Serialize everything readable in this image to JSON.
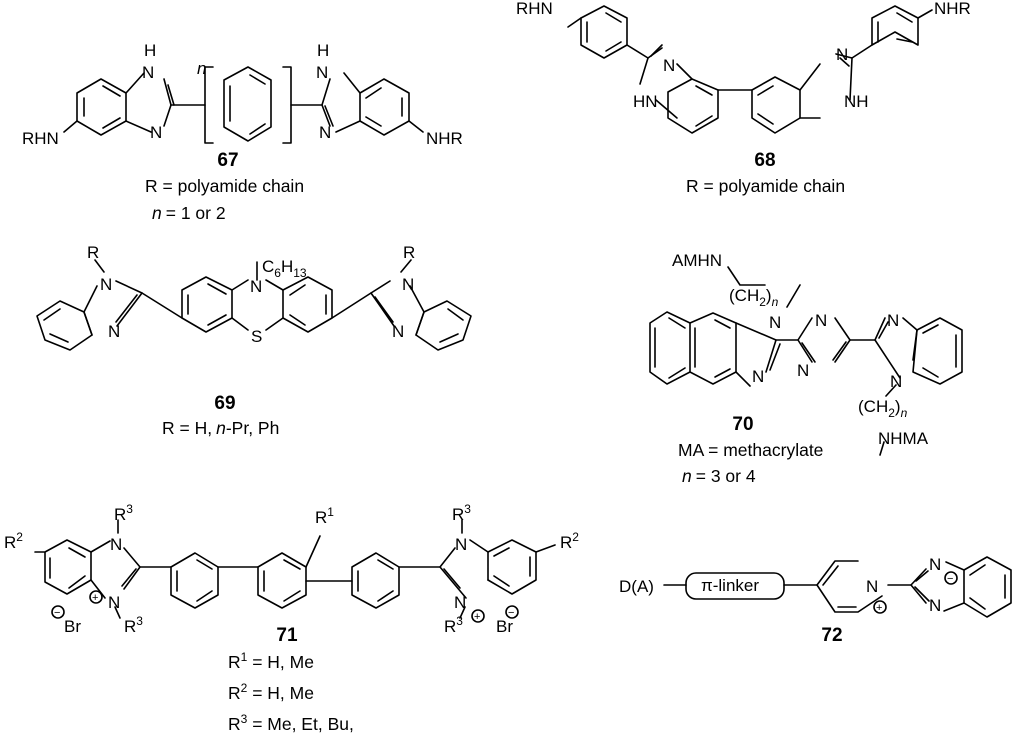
{
  "compounds": [
    {
      "id": "67",
      "captions": [
        "R = polyamide chain",
        "= 1 or 2"
      ],
      "caption_italic_prefix": [
        "",
        "n"
      ],
      "atoms": {
        "nh_top": "NH",
        "n_italic": "n",
        "rhn": "RHN",
        "nhr": "NHR",
        "n": "N",
        "h": "H"
      }
    },
    {
      "id": "68",
      "captions": [
        "R = polyamide chain"
      ],
      "atoms": {
        "rhn": "RHN",
        "nhr": "NHR",
        "n": "N",
        "hn": "HN",
        "nh": "NH"
      }
    },
    {
      "id": "69",
      "captions": [
        "R = H,",
        "-Pr, Ph"
      ],
      "caption_italic": "n",
      "atoms": {
        "r": "R",
        "n": "N",
        "s": "S",
        "hexyl_c": "C",
        "hexyl_sub1": "6",
        "hexyl_h": "H",
        "hexyl_sub2": "13"
      }
    },
    {
      "id": "70",
      "captions": [
        "MA = methacrylate",
        "= 3 or 4"
      ],
      "caption_italic_prefix": [
        "",
        "n"
      ],
      "atoms": {
        "amhn": "AMHN",
        "nhma": "NHMA",
        "n": "N",
        "ch2": "(CH",
        "sub2": "2",
        "close": ")",
        "n_italic": "n"
      }
    },
    {
      "id": "71",
      "captions": [
        {
          "r": "R",
          "sup": "1",
          "rest": " = H, Me"
        },
        {
          "r": "R",
          "sup": "2",
          "rest": " = H, Me"
        },
        {
          "r": "R",
          "sup": "3",
          "rest": " = Me, Et, Bu,"
        }
      ],
      "atoms": {
        "r": "R",
        "n": "N",
        "br": "Br",
        "sup1": "1",
        "sup2": "2",
        "sup3": "3",
        "plus": "+",
        "minus": "−"
      }
    },
    {
      "id": "72",
      "atoms": {
        "da": "D(A)",
        "pi": "π-linker",
        "n": "N",
        "plus": "+",
        "minus": "−"
      }
    }
  ]
}
